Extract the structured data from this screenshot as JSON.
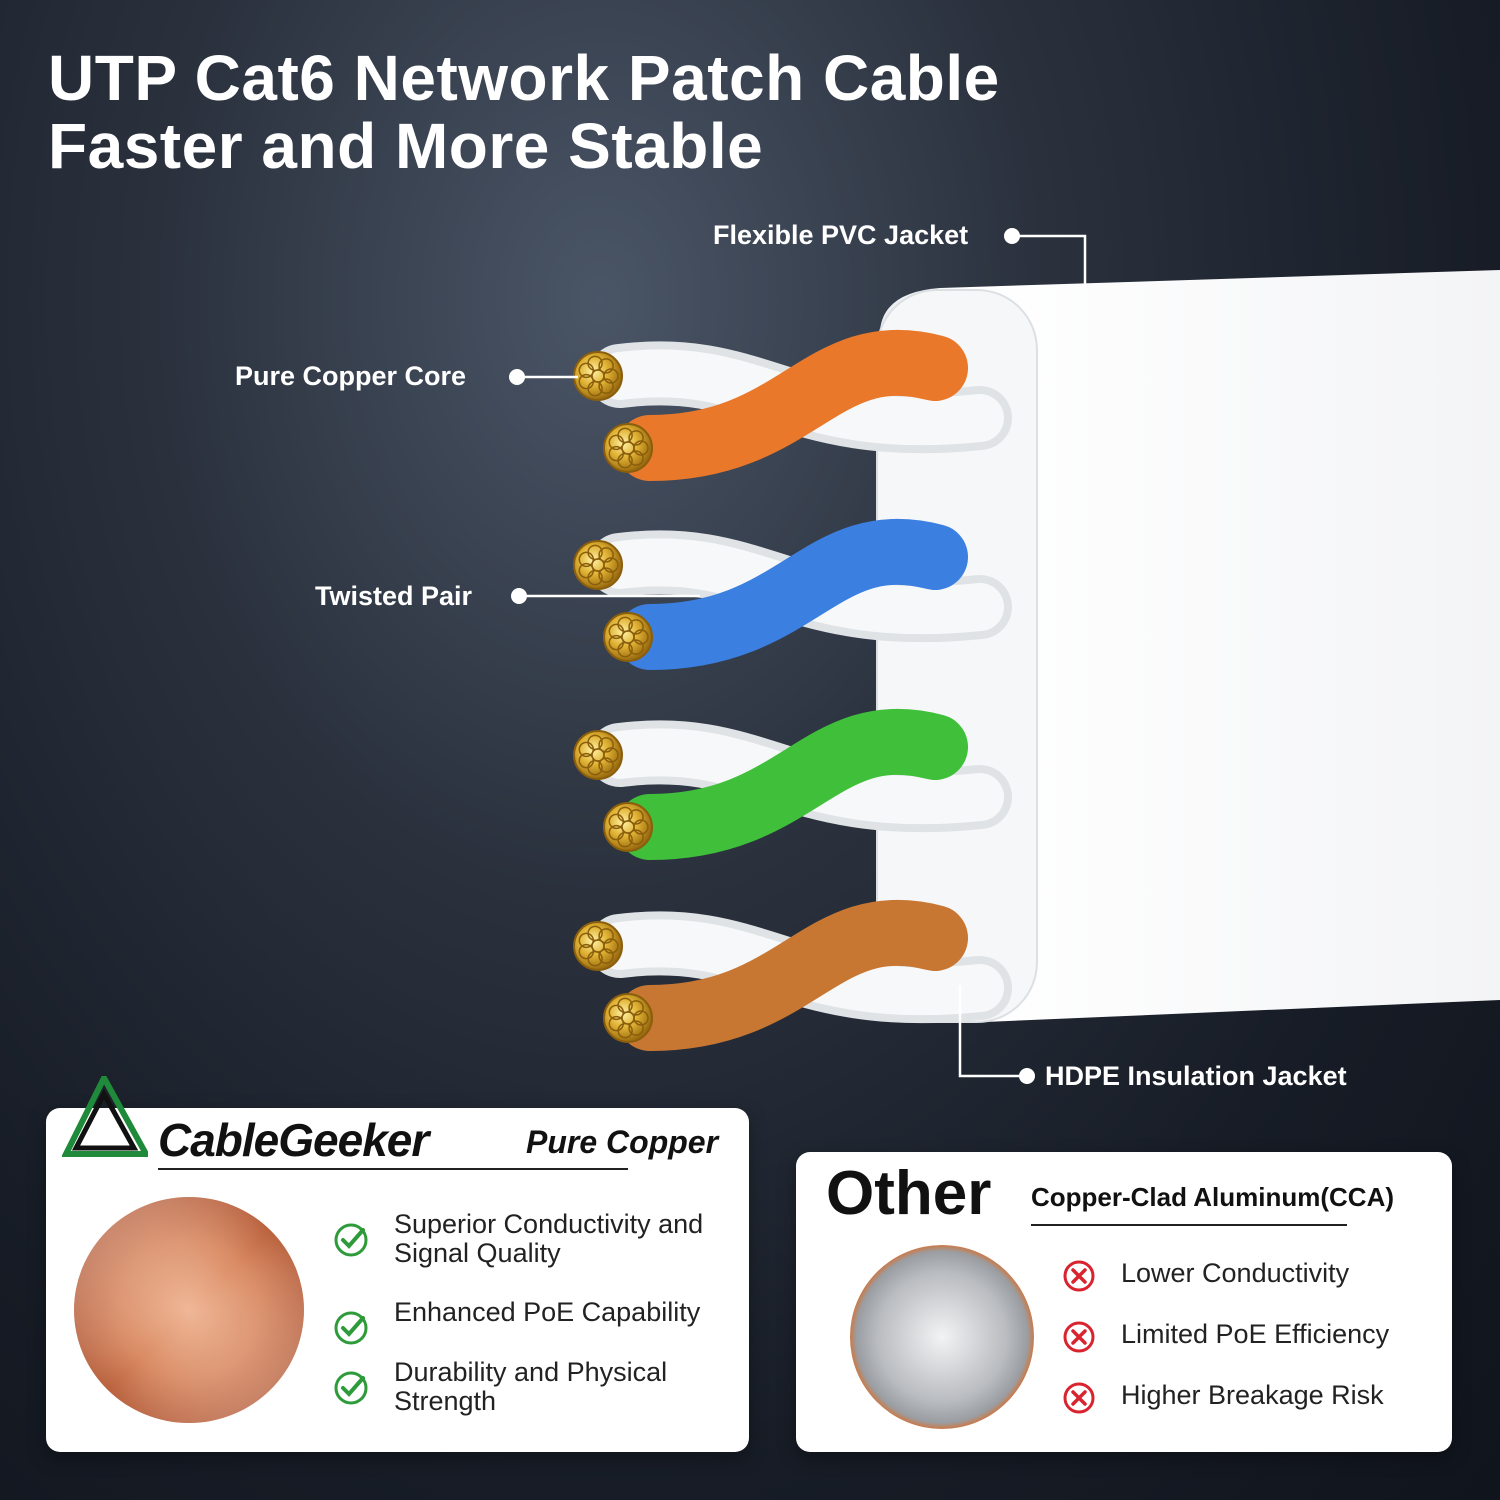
{
  "title": {
    "line1": "UTP Cat6 Network Patch Cable",
    "line2": "Faster and More Stable"
  },
  "callouts": {
    "pvc_jacket": "Flexible PVC Jacket",
    "copper_core": "Pure Copper Core",
    "twisted_pair": "Twisted Pair",
    "hdpe_jacket": "HDPE Insulation Jacket"
  },
  "pair_colors": [
    "#e9782a",
    "#3b7fe0",
    "#3fbf3a",
    "#c87733"
  ],
  "brand_card": {
    "logo_text": "CableGeeker",
    "tagline": "Pure Copper",
    "features": [
      {
        "icon": "check-icon",
        "line1": "Superior Conductivity and",
        "line2": "Signal Quality"
      },
      {
        "icon": "check-icon",
        "line1": "Enhanced PoE Capability",
        "line2": ""
      },
      {
        "icon": "check-icon",
        "line1": "Durability and Physical",
        "line2": "Strength"
      }
    ]
  },
  "other_card": {
    "title": "Other",
    "subtitle": "Copper-Clad Aluminum(CCA)",
    "features": [
      {
        "icon": "cross-icon",
        "text": "Lower Conductivity"
      },
      {
        "icon": "cross-icon",
        "text": "Limited PoE Efficiency"
      },
      {
        "icon": "cross-icon",
        "text": "Higher Breakage Risk"
      }
    ]
  },
  "colors": {
    "check": "#2e9b3a",
    "cross": "#d9232e",
    "copper": "#d98a62",
    "aluminum": "#b9bcc0"
  }
}
